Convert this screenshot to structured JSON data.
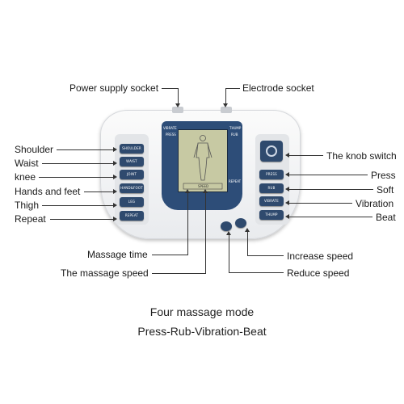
{
  "labels": {
    "power_supply_socket": "Power supply socket",
    "electrode_socket": "Electrode socket",
    "shoulder": "Shoulder",
    "waist": "Waist",
    "knee": "knee",
    "hands_and_feet": "Hands and feet",
    "thigh": "Thigh",
    "repeat": "Repeat",
    "knob_switch": "The knob switch",
    "press": "Press",
    "soft": "Soft",
    "vibration": "Vibration",
    "beat": "Beat",
    "massage_time": "Massage time",
    "massage_speed": "The massage speed",
    "increase_speed": "Increase speed",
    "reduce_speed": "Reduce speed"
  },
  "device": {
    "left_buttons": [
      "SHOULDER",
      "WAIST",
      "JOINT",
      "HAND&FOOT",
      "LEG",
      "REPEAT"
    ],
    "right_buttons": [
      "PRESS",
      "RUB",
      "VIBRATE",
      "THUMP"
    ],
    "screen_labels": {
      "vibrate": "VIBRATE",
      "press": "PRESS",
      "thump": "THUMP",
      "rub": "RUB",
      "repeat": "REPEAT",
      "speed": "SPEED"
    }
  },
  "caption": {
    "line1": "Four massage mode",
    "line2": "Press-Rub-Vibration-Beat"
  },
  "colors": {
    "button_blue": "#2f4a6e",
    "screen_blue": "#2d4d78",
    "lcd": "#c7c9a3"
  }
}
